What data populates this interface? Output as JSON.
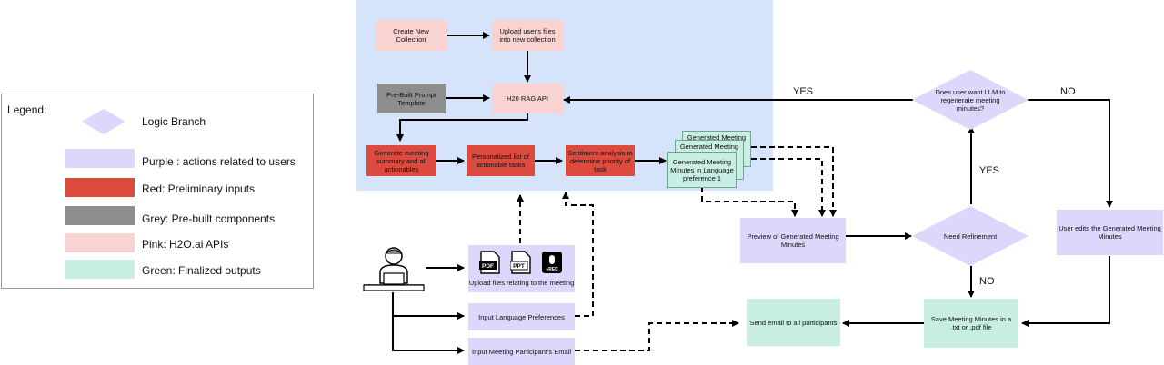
{
  "legend": {
    "title": "Legend:",
    "items": [
      {
        "label": "Logic Branch",
        "color": "#ddd8fb",
        "shape": "diamond"
      },
      {
        "label": "Purple : actions related to users",
        "color": "#ddd8fb"
      },
      {
        "label": "Red: Preliminary inputs",
        "color": "#dd4b3e"
      },
      {
        "label": "Grey: Pre-built components",
        "color": "#8d8d8d"
      },
      {
        "label": "Pink: H2O.ai APIs",
        "color": "#f9d2d2"
      },
      {
        "label": "Green: Finalized outputs",
        "color": "#c8ede2"
      }
    ]
  },
  "nodes": {
    "create_collection": "Create New Collection",
    "upload_files_collection": "Upload user's files into new collection",
    "prompt_template": "Pre-Built Prompt Template",
    "rag_api": "H20 RAG API",
    "generate_summary": "Generate meeting summary and all actionables",
    "personalized_list": "Personalized list of actionable tasks",
    "sentiment_analysis": "Sentiment analysis to determine priority of task",
    "generated_minutes_3": "Generated Meeting",
    "generated_minutes_2": "Generated Meeting",
    "generated_minutes_1": "Generated Meeting Minutes in Language preference 1",
    "upload_meeting_files": "Upload files relating to the meeting",
    "input_language": "Input Language Preferences",
    "input_emails": "Input Meeting Participant's Email",
    "preview_minutes": "Preview of Generated Meeting Minutes",
    "need_refinement": "Need Refinement",
    "regenerate_question": "Does user want LLM to regenerate meeting minutes?",
    "user_edits": "User edits the Generated Meeting Minutes",
    "save_minutes": "Save Meeting Minutes in a .txt or .pdf file",
    "send_email": "Send email to all participants"
  },
  "file_icons": [
    "PDF",
    "PPT",
    "●REC"
  ],
  "edge_labels": {
    "yes_top": "YES",
    "no_top": "NO",
    "yes_mid": "YES",
    "no_bottom": "NO"
  },
  "colors": {
    "zone": "#d6e4fb",
    "pink": "#f9d2d2",
    "red": "#dd4b3e",
    "grey": "#8d8d8d",
    "purple": "#ddd8fb",
    "green": "#c8ede2"
  }
}
